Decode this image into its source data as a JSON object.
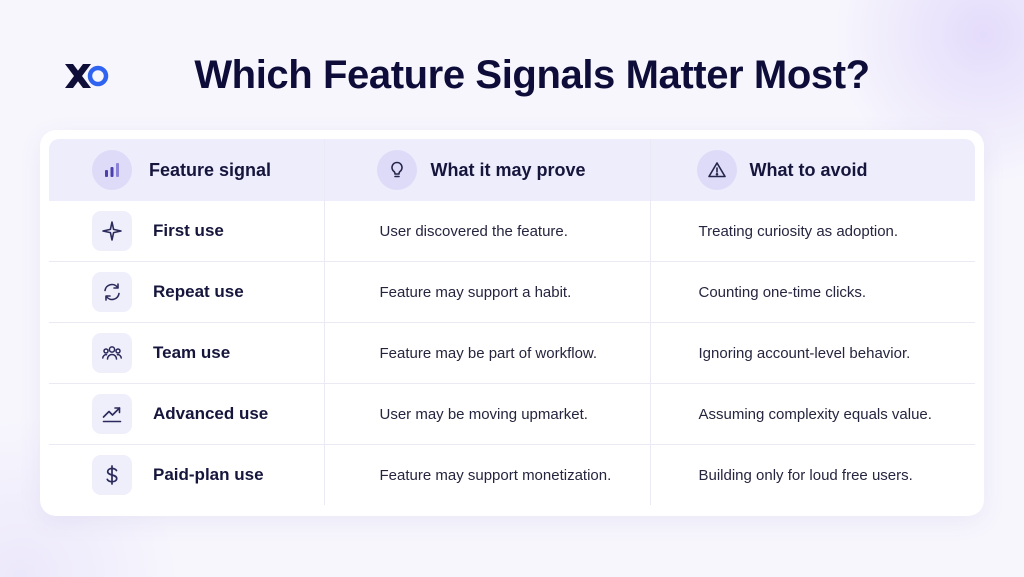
{
  "title": "Which Feature Signals Matter Most?",
  "logo": {
    "icon": "xo-logo",
    "colors": {
      "x": "#0f0e38",
      "o": "#2f63f0"
    }
  },
  "colors": {
    "accent": "#4b3fb0",
    "title": "#0e0d3a",
    "header_bg": "#eeedfc",
    "icon_bg": "#efeefb"
  },
  "table": {
    "headers": [
      {
        "label": "Feature signal",
        "icon": "bar-chart-icon"
      },
      {
        "label": "What it may prove",
        "icon": "lightbulb-icon"
      },
      {
        "label": "What to avoid",
        "icon": "warning-icon"
      }
    ],
    "rows": [
      {
        "icon": "sparkle-icon",
        "signal": "First use",
        "prove": "User discovered the feature.",
        "avoid": "Treating curiosity as adoption."
      },
      {
        "icon": "refresh-icon",
        "signal": "Repeat use",
        "prove": "Feature may support a habit.",
        "avoid": "Counting one-time clicks."
      },
      {
        "icon": "team-icon",
        "signal": "Team use",
        "prove": "Feature may be part of workflow.",
        "avoid": "Ignoring account-level behavior."
      },
      {
        "icon": "trend-up-icon",
        "signal": "Advanced use",
        "prove": "User may be moving upmarket.",
        "avoid": "Assuming complexity equals value."
      },
      {
        "icon": "dollar-icon",
        "signal": "Paid-plan use",
        "prove": "Feature may support monetization.",
        "avoid": "Building only for loud free users."
      }
    ]
  }
}
